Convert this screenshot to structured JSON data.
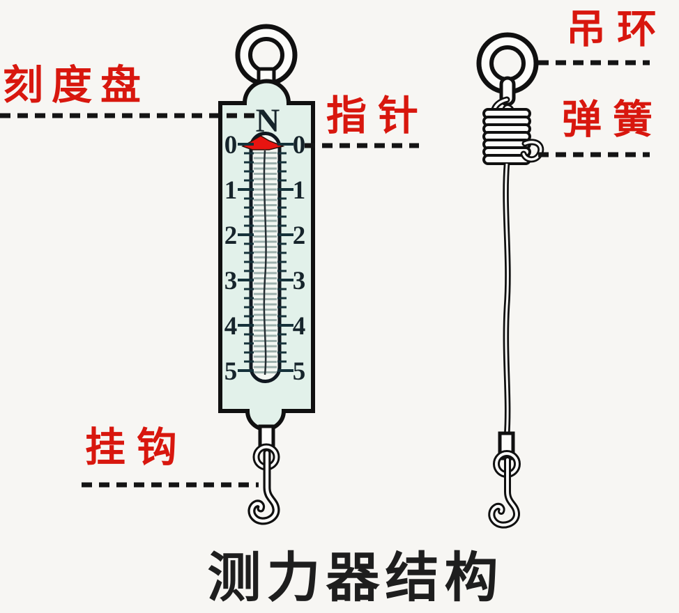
{
  "title": "测力器结构",
  "dynamometer": {
    "unit": "N",
    "left_scale": [
      "0",
      "1",
      "2",
      "3",
      "4",
      "5"
    ],
    "right_scale": [
      "0",
      "1",
      "2",
      "3",
      "4",
      "5"
    ],
    "label_dial": "刻度盘",
    "label_pointer": "指针",
    "label_hook": "挂钩"
  },
  "spring_part": {
    "label_ring": "吊环",
    "label_spring": "弹簧"
  },
  "colors": {
    "label_red": "#d8170e",
    "pointer_red": "#e81410",
    "dial_fill": "#e2f1ea",
    "ink": "#141414",
    "background": "#f7f6f3"
  }
}
